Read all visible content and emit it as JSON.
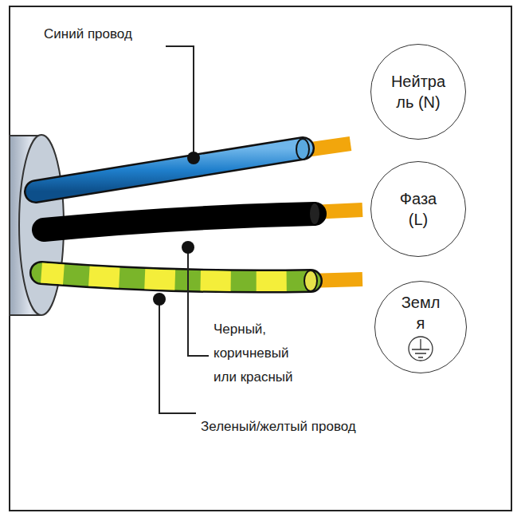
{
  "diagram": {
    "nodes": [
      {
        "text": [
          "Нейтра ль (N)"
        ]
      },
      {
        "text": [
          "Фаза (L)"
        ]
      },
      {
        "text": [
          "Земл я"
        ]
      }
    ],
    "labels": [
      "Синий провод",
      "Черный, коричневый или красный",
      "Зеленый/желтый провод"
    ]
  }
}
